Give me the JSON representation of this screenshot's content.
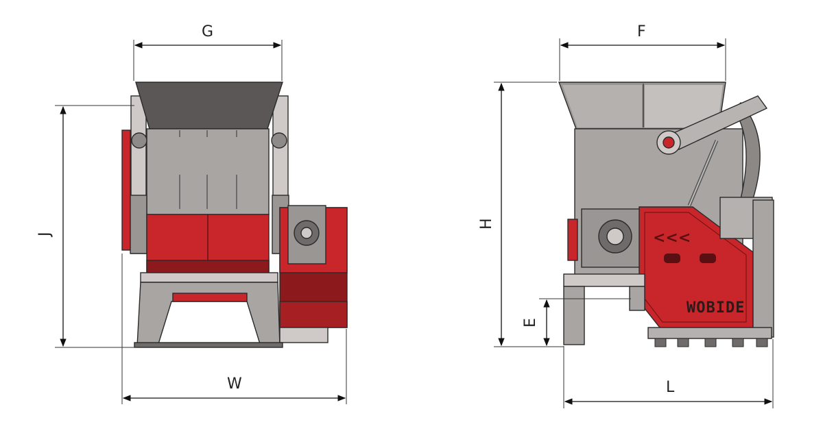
{
  "dimensions": {
    "G": "G",
    "J": "J",
    "W": "W",
    "F": "F",
    "H": "H",
    "E": "E",
    "L": "L"
  },
  "brand": {
    "logo": "WOBIDE",
    "chevrons": "<<<"
  },
  "colors": {
    "machine_red": "#c8262b",
    "dark_red": "#8c1a1c",
    "body_gray": "#a9a5a3",
    "dark_gray": "#6e6b6a",
    "hopper_dark": "#5a5756"
  }
}
